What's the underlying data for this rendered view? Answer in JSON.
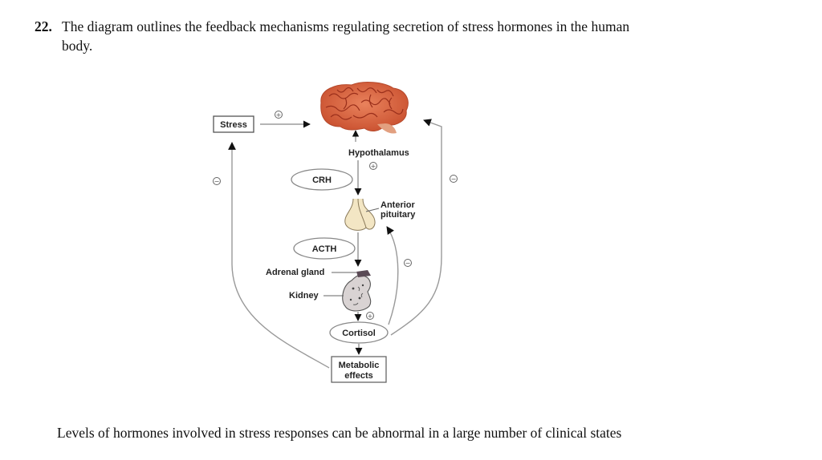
{
  "question": {
    "number": "22.",
    "text": "The diagram outlines the feedback mechanisms regulating secretion of stress hormones in the human body."
  },
  "diagram": {
    "stress_label": "Stress",
    "hypothalamus_label": "Hypothalamus",
    "crh_label": "CRH",
    "anterior_pituitary_label_line1": "Anterior",
    "anterior_pituitary_label_line2": "pituitary",
    "acth_label": "ACTH",
    "adrenal_gland_label": "Adrenal gland",
    "kidney_label": "Kidney",
    "cortisol_label": "Cortisol",
    "metabolic_label_line1": "Metabolic",
    "metabolic_label_line2": "effects",
    "positive_sign": "+",
    "negative_sign": "−",
    "colors": {
      "brain": "#d9643f",
      "brain_dark": "#a83a22",
      "pituitary": "#f3e6c4",
      "kidney": "#d9d3d3",
      "adrenal": "#5a4a55",
      "line": "#888888"
    }
  },
  "footer": {
    "text": "Levels of hormones involved in stress responses can be abnormal in a large number of clinical states"
  }
}
